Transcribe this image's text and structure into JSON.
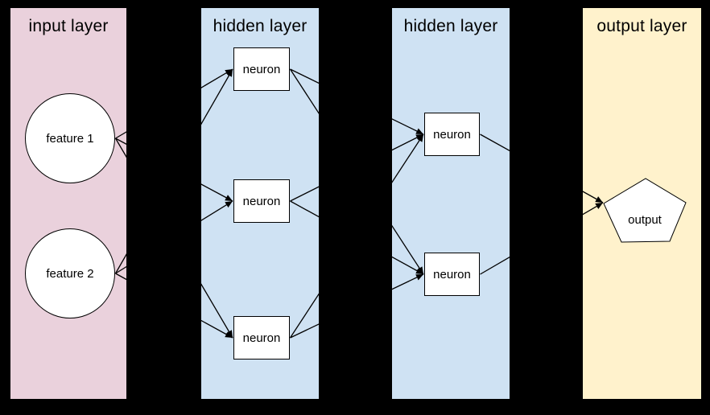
{
  "background_color": "#000000",
  "edge_color": "#000000",
  "node_fill": "#ffffff",
  "layers": [
    {
      "title": "input layer",
      "color": "#ead1dc"
    },
    {
      "title": "hidden layer",
      "color": "#cfe2f3"
    },
    {
      "title": "hidden layer",
      "color": "#cfe2f3"
    },
    {
      "title": "output layer",
      "color": "#fff2cc"
    }
  ],
  "nodes": {
    "feature1": {
      "label": "feature 1",
      "shape": "circle",
      "layer": 0
    },
    "feature2": {
      "label": "feature 2",
      "shape": "circle",
      "layer": 0
    },
    "h1n1": {
      "label": "neuron",
      "shape": "rectangle",
      "layer": 1
    },
    "h1n2": {
      "label": "neuron",
      "shape": "rectangle",
      "layer": 1
    },
    "h1n3": {
      "label": "neuron",
      "shape": "rectangle",
      "layer": 1
    },
    "h2n1": {
      "label": "neuron",
      "shape": "rectangle",
      "layer": 2
    },
    "h2n2": {
      "label": "neuron",
      "shape": "rectangle",
      "layer": 2
    },
    "output": {
      "label": "output",
      "shape": "pentagon",
      "layer": 3
    }
  },
  "edges": [
    {
      "from": "feature1",
      "to": "h1n1"
    },
    {
      "from": "feature1",
      "to": "h1n2"
    },
    {
      "from": "feature1",
      "to": "h1n3"
    },
    {
      "from": "feature2",
      "to": "h1n1"
    },
    {
      "from": "feature2",
      "to": "h1n2"
    },
    {
      "from": "feature2",
      "to": "h1n3"
    },
    {
      "from": "h1n1",
      "to": "h2n1"
    },
    {
      "from": "h1n1",
      "to": "h2n2"
    },
    {
      "from": "h1n2",
      "to": "h2n1"
    },
    {
      "from": "h1n2",
      "to": "h2n2"
    },
    {
      "from": "h1n3",
      "to": "h2n1"
    },
    {
      "from": "h1n3",
      "to": "h2n2"
    },
    {
      "from": "h2n1",
      "to": "output"
    },
    {
      "from": "h2n2",
      "to": "output"
    }
  ]
}
